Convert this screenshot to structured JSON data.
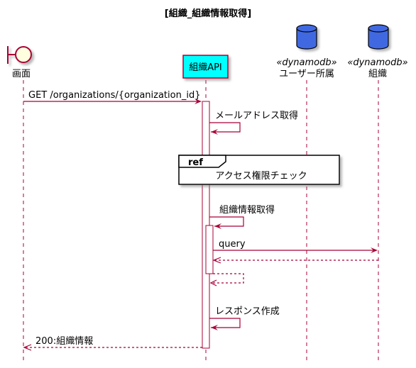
{
  "title": "[組織_組織情報取得]",
  "participants": [
    {
      "id": "screen",
      "kind": "boundary",
      "label": "画面"
    },
    {
      "id": "api",
      "kind": "participant",
      "label": "組織API"
    },
    {
      "id": "userdb",
      "kind": "database",
      "stereotype": "«dynamodb»",
      "label": "ユーザー所属"
    },
    {
      "id": "orgdb",
      "kind": "database",
      "stereotype": "«dynamodb»",
      "label": "組織"
    }
  ],
  "messages": [
    {
      "from": "screen",
      "to": "api",
      "style": "solid",
      "label": "GET /organizations/{organization_id}"
    },
    {
      "from": "api",
      "to": "api",
      "style": "solid",
      "label": "メールアドレス取得"
    },
    {
      "from": "api",
      "to": "api",
      "style": "solid",
      "label": "組織情報取得"
    },
    {
      "from": "api",
      "to": "orgdb",
      "style": "solid",
      "label": "query"
    },
    {
      "from": "orgdb",
      "to": "api",
      "style": "dashed",
      "label": ""
    },
    {
      "from": "api",
      "to": "api",
      "style": "dashed",
      "label": ""
    },
    {
      "from": "api",
      "to": "api",
      "style": "solid",
      "label": "レスポンス作成"
    },
    {
      "from": "api",
      "to": "screen",
      "style": "dashed",
      "label": "200:組織情報"
    }
  ],
  "ref": {
    "tag": "ref",
    "label": "アクセス権限チェック"
  },
  "colors": {
    "arrow": "#A80036",
    "participant_fill": "#00FFFF",
    "boundary_fill": "#FFFFE0",
    "database_fill": "#4169E1",
    "lifeline": "#A80036"
  }
}
